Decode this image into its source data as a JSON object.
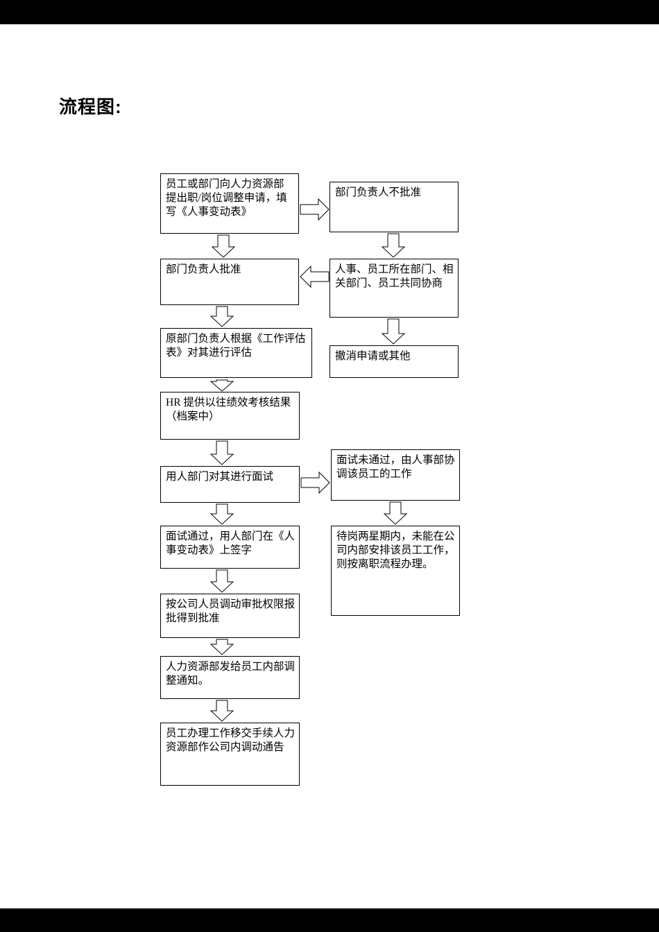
{
  "page": {
    "title": "流程图:"
  },
  "colors": {
    "ink": "#000000",
    "page_background": "#ffffff",
    "margin_bar": "#000000"
  },
  "icons": {
    "arrow_down": "hollow-block-arrow-down",
    "arrow_right": "hollow-block-arrow-right",
    "arrow_left": "hollow-block-arrow-left"
  },
  "flowchart": {
    "main_steps": [
      {
        "id": "submit-application",
        "text": "员工或部门向人力资源部提出职/岗位调整申请，填写《人事变动表》"
      },
      {
        "id": "dept-head-approve",
        "text": "部门负责人批准"
      },
      {
        "id": "original-dept-evaluate",
        "text": "原部门负责人根据《工作评估表》对其进行评估"
      },
      {
        "id": "hr-performance-records",
        "text": "HR 提供以往绩效考核结果（档案中）"
      },
      {
        "id": "interview",
        "text": "用人部门对其进行面试"
      },
      {
        "id": "interview-pass-sign",
        "text": "面试通过，用人部门在《人事变动表》上签字"
      },
      {
        "id": "approval-authority",
        "text": "按公司人员调动审批权限报批得到批准"
      },
      {
        "id": "hr-internal-notice",
        "text": "人力资源部发给员工内部调整通知。"
      },
      {
        "id": "handover-announcement",
        "text": "员工办理工作移交手续人力资源部作公司内调动通告"
      }
    ],
    "branch_steps": [
      {
        "id": "dept-head-not-approve",
        "text": "部门负责人不批准"
      },
      {
        "id": "joint-negotiation",
        "text": "人事、员工所在部门、相关部门、员工共同协商"
      },
      {
        "id": "withdraw-application",
        "text": "撤消申请或其他"
      },
      {
        "id": "interview-fail",
        "text": "面试未通过，由人事部协调该员工的工作"
      },
      {
        "id": "standby-two-weeks",
        "text": "待岗两星期内，未能在公司内部安排该员工工作，则按离职流程办理。"
      }
    ]
  }
}
